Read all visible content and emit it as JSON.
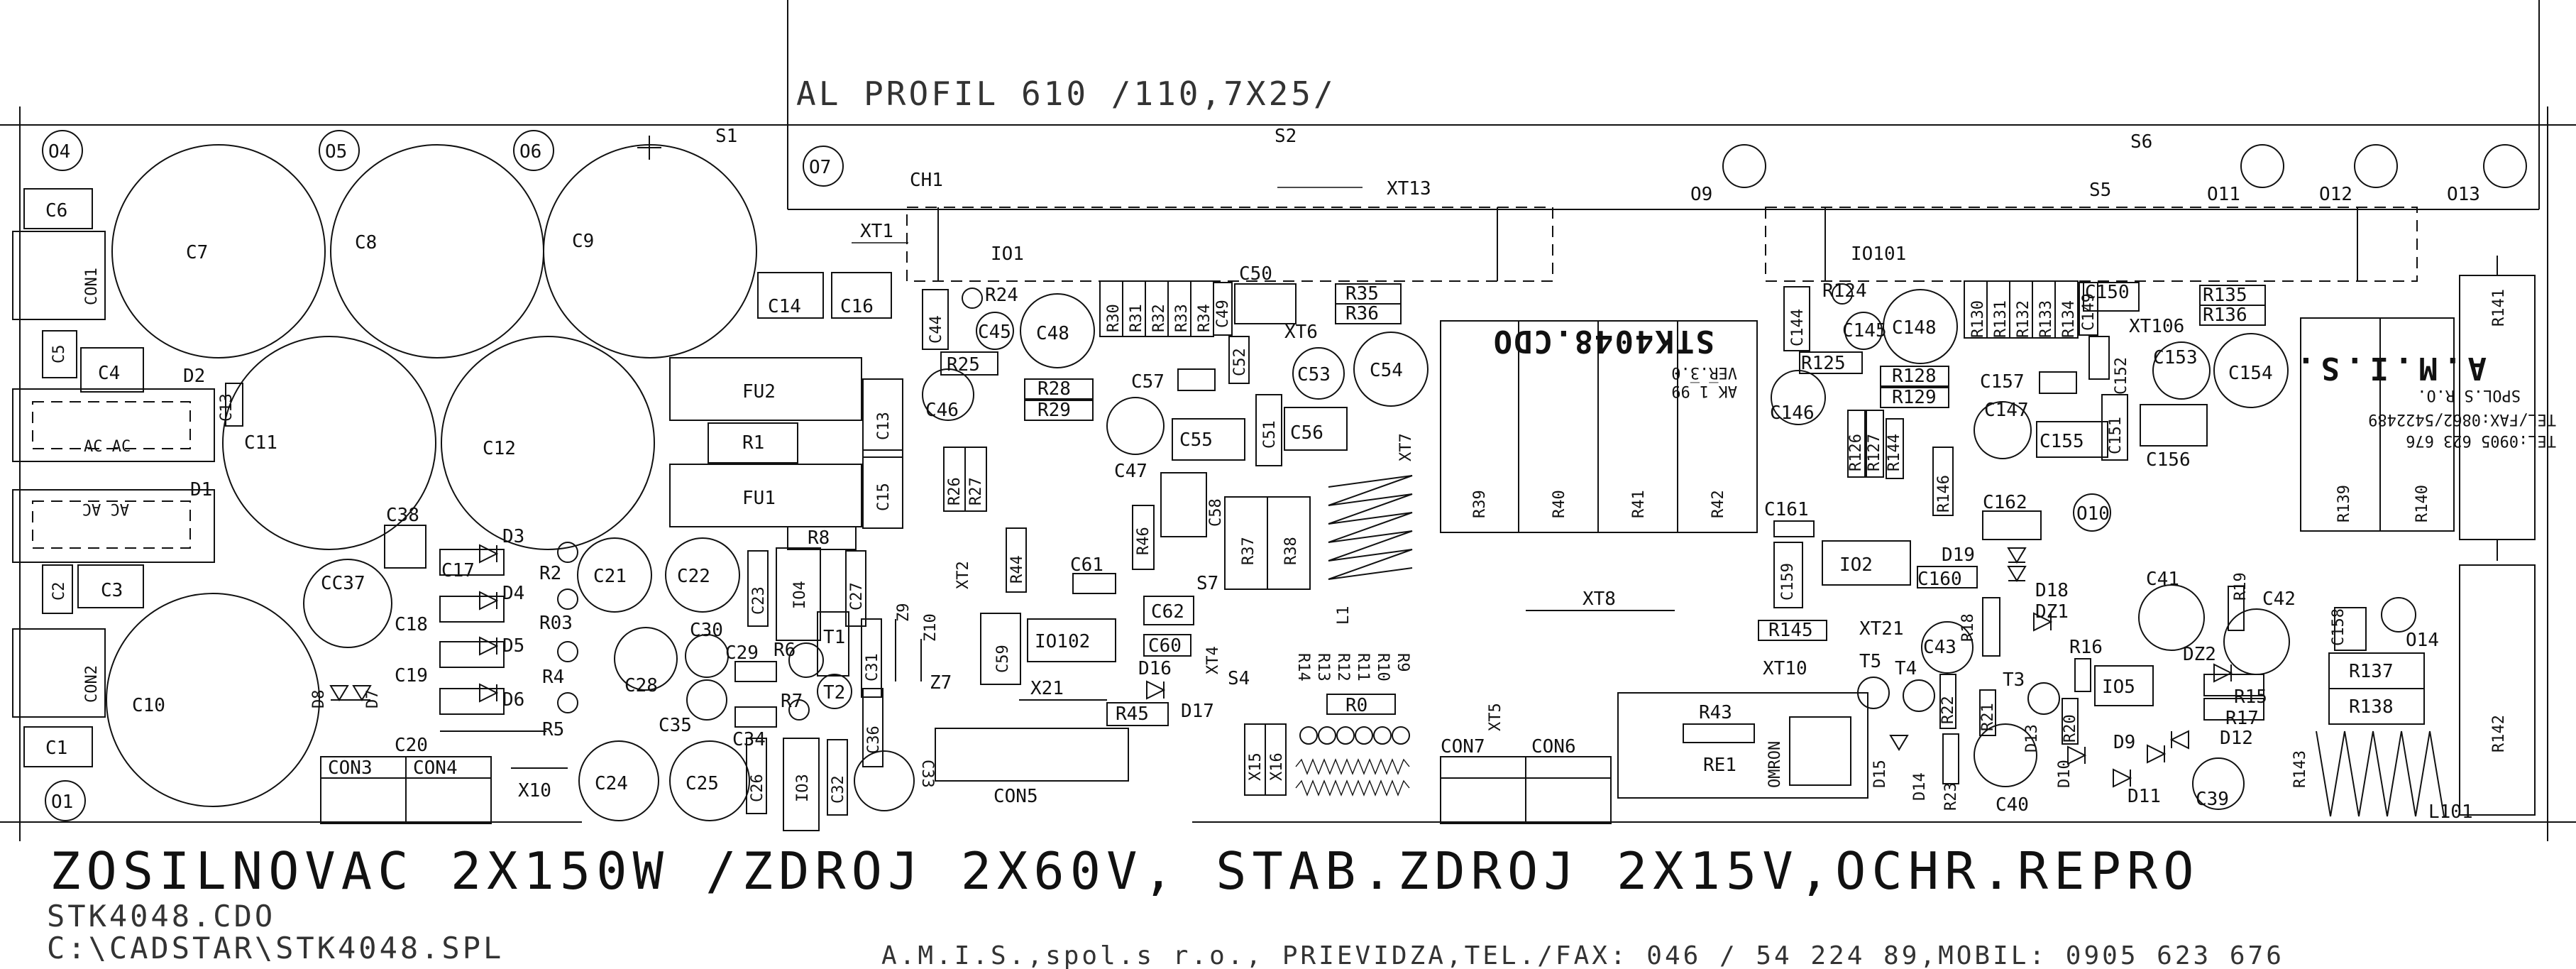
{
  "header": {
    "profile_label": "AL PROFIL 610 /110,7X25/",
    "s2": "S2",
    "s6": "S6",
    "s5": "S5",
    "s1": "S1",
    "ch1": "CH1",
    "xt13": "XT13",
    "xt1": "XT1",
    "o7": "O7",
    "o9": "O9",
    "o11": "O11",
    "o12": "O12",
    "o13": "O13"
  },
  "mounts": {
    "o4": "O4",
    "o5": "O5",
    "o6": "O6",
    "o1": "O1",
    "o10": "O10",
    "o14": "O14"
  },
  "caps_big": {
    "c7": "C7",
    "c8": "C8",
    "c9": "C9",
    "c11": "C11",
    "c12": "C12",
    "c10": "C10",
    "cc37": "CC37"
  },
  "left_parts": {
    "c6": "C6",
    "con1": "CON1",
    "c5": "C5",
    "c4": "C4",
    "d2": "D2",
    "ac1": "AC  AC",
    "ac2": "AC  AC",
    "d1": "D1",
    "c2": "C2",
    "c3": "C3",
    "con2": "CON2",
    "c1": "C1",
    "c38": "C38",
    "c13e": "C13",
    "d8": "D8",
    "d7": "D7"
  },
  "mid_parts": {
    "fu2": "FU2",
    "r1": "R1",
    "fu1": "FU1",
    "c14": "C14",
    "c16": "C16",
    "c13": "C13",
    "c15": "C15",
    "r8": "R8",
    "c17": "C17",
    "d3": "D3",
    "d4": "D4",
    "d5": "D5",
    "d6": "D6",
    "c18": "C18",
    "c19": "C19",
    "c20": "C20",
    "r2": "R2",
    "r03": "R03",
    "r4": "R4",
    "r5": "R5",
    "c21": "C21",
    "c22": "C22",
    "c28": "C28",
    "c30": "C30",
    "c29": "C29",
    "c35": "C35",
    "c34": "C34",
    "c23": "C23",
    "io4": "IO4",
    "c27": "C27",
    "t1": "T1",
    "t2": "T2",
    "c31": "C31",
    "z9": "Z9",
    "z10": "Z10",
    "z7": "Z7",
    "c36": "C36",
    "r7": "R7",
    "r6": "R6",
    "c24": "C24",
    "c25": "C25",
    "c26": "C26",
    "io3": "IO3",
    "c32": "C32",
    "c33": "C33",
    "con3": "CON3",
    "con4": "CON4",
    "x10": "X10"
  },
  "amp1": {
    "io1": "IO1",
    "c44": "C44",
    "r24": "R24",
    "c45": "C45",
    "c48": "C48",
    "r25": "R25",
    "c46": "C46",
    "r28": "R28",
    "r29": "R29",
    "r30": "R30",
    "r31": "R31",
    "r32": "R32",
    "r33": "R33",
    "r34": "R34",
    "c49": "C49",
    "c50": "C50",
    "r35": "R35",
    "r36": "R36",
    "xt6": "XT6",
    "c52": "C52",
    "c53": "C53",
    "c54": "C54",
    "c57": "C57",
    "c47": "C47",
    "c55": "C55",
    "c51": "C51",
    "c56": "C56",
    "xt7": "XT7",
    "r26": "R26",
    "r27": "R27",
    "xt2": "XT2",
    "r44": "R44",
    "c61": "C61",
    "r46": "R46",
    "c58": "C58",
    "r37": "R37",
    "r38": "R38",
    "s7": "S7",
    "c59": "C59",
    "io102": "IO102",
    "c62": "C62",
    "c60": "C60",
    "d16": "D16",
    "xt4": "XT4",
    "x21": "X21",
    "r45": "R45",
    "d17": "D17",
    "s4": "S4",
    "con5": "CON5",
    "l1": "L1"
  },
  "resistor_row": {
    "r14": "R14",
    "r13": "R13",
    "r12": "R12",
    "r11": "R11",
    "r10": "R10",
    "r9": "R9",
    "r0": "R0",
    "x15": "X15",
    "x16": "X16",
    "xt5": "XT5"
  },
  "cons": {
    "con7": "CON7",
    "con6": "CON6"
  },
  "chip": {
    "name": "STK4048.CDO",
    "ver": "VER.3.0",
    "date": "AK_1_99",
    "r39": "R39",
    "r40": "R40",
    "r41": "R41",
    "r42": "R42",
    "xt8": "XT8"
  },
  "relay": {
    "r43": "R43",
    "re1": "RE1",
    "omron": "OMRON",
    "xt10": "XT10",
    "r145": "R145",
    "c159": "C159",
    "c161": "C161",
    "io2": "IO2"
  },
  "amp2": {
    "io101": "IO101",
    "c144": "C144",
    "r124": "R124",
    "c145": "C145",
    "c148": "C148",
    "r125": "R125",
    "c146": "C146",
    "r128": "R128",
    "r129": "R129",
    "r130": "R130",
    "r131": "R131",
    "r132": "R132",
    "r133": "R133",
    "r134": "R134",
    "c149": "C149",
    "c150": "C150",
    "xt106": "XT106",
    "r135": "R135",
    "r136": "R136",
    "c152": "C152",
    "c153": "C153",
    "c154": "C154",
    "c157": "C157",
    "c147": "C147",
    "c155": "C155",
    "c151": "C151",
    "c156": "C156",
    "r126": "R126",
    "r127": "R127",
    "r144": "R144",
    "r146": "R146",
    "c162": "C162",
    "d19": "D19",
    "d18": "D18",
    "c160": "C160",
    "xt21": "XT21",
    "c43": "C43",
    "r18": "R18",
    "dz1": "DZ1",
    "r16": "R16",
    "t5": "T5",
    "t4": "T4",
    "r22": "R22",
    "t3": "T3",
    "r21": "R21",
    "d13": "D13",
    "r20": "R20",
    "io5": "IO5",
    "d15": "D15",
    "d14": "D14",
    "r23": "R23",
    "c40": "C40",
    "d10": "D10",
    "d9": "D9",
    "d11": "D11",
    "d12": "D12",
    "c39": "C39",
    "c41": "C41",
    "r19": "R19",
    "c42": "C42",
    "dz2": "DZ2",
    "r15": "R15",
    "r17": "R17"
  },
  "right_parts": {
    "brand": "A.M.I.S.",
    "brand2": "SPOL.S R.O.",
    "tel": "TEL/FAX:0862/5422489",
    "tel2": "TEL:0905 623 676",
    "r141": "R141",
    "r139": "R139",
    "r140": "R140",
    "r142": "R142",
    "r137": "R137",
    "r138": "R138",
    "r143": "R143",
    "c158": "C158",
    "l101": "L101"
  },
  "footer": {
    "title": "ZOSILNOVAC 2X150W /ZDROJ 2X60V, STAB.ZDROJ 2X15V,OCHR.REPRO",
    "file1": "STK4048.CDO",
    "file2": "C:\\CADSTAR\\STK4048.SPL",
    "company": "A.M.I.S.,spol.s r.o., PRIEVIDZA,TEL./FAX: 046 / 54 224 89,MOBIL: 0905 623 676"
  }
}
